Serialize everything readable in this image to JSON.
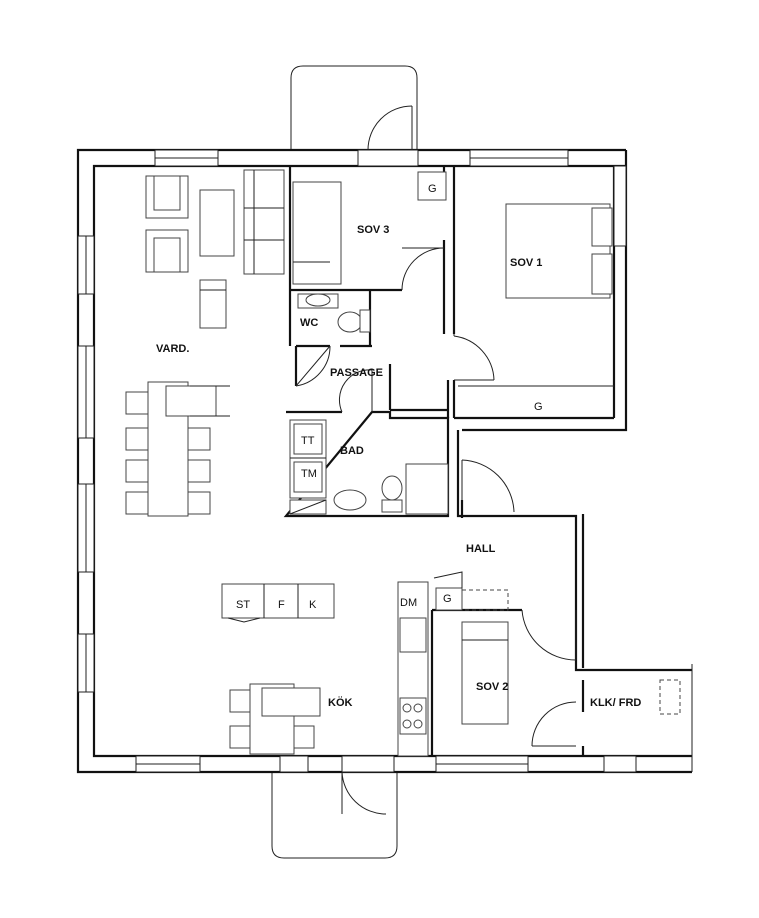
{
  "rooms": {
    "sov3": "SOV 3",
    "sov1": "SOV 1",
    "wc": "WC",
    "vard": "VARD.",
    "passage": "PASSAGE",
    "bad": "BAD",
    "hall": "HALL",
    "kok": "KÖK",
    "sov2": "SOV 2",
    "klk_frd": "KLK/ FRD"
  },
  "fixtures": {
    "g_sov3": "G",
    "g_sov1": "G",
    "g_hall": "G",
    "tt": "TT",
    "tm": "TM",
    "st": "ST",
    "f": "F",
    "k": "K",
    "dm": "DM"
  }
}
